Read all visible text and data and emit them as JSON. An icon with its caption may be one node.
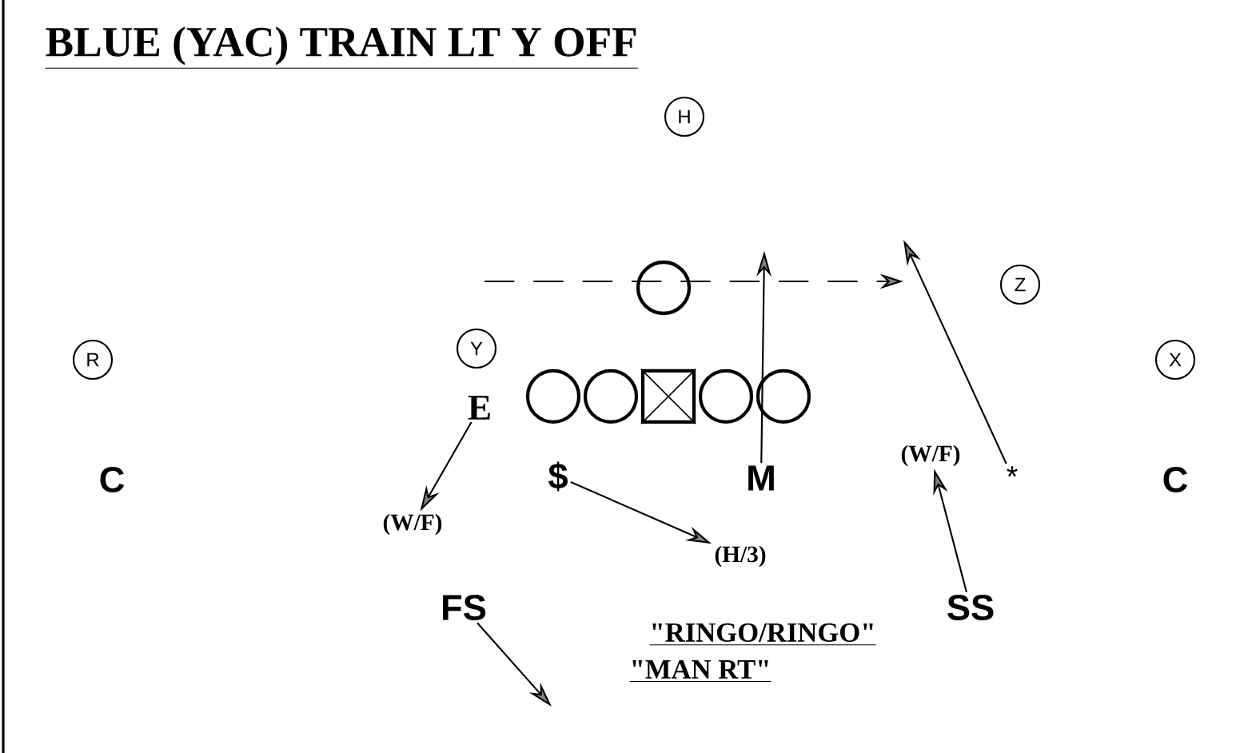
{
  "diagram": {
    "title": "BLUE (YAC) TRAIN LT Y OFF",
    "nodes": [
      {
        "text": [
          "H"
        ]
      },
      {
        "text": [],
        "shape": "circle"
      },
      {
        "text": [
          "Y"
        ]
      },
      {
        "text": [
          "Z"
        ]
      },
      {
        "text": [
          "R"
        ]
      },
      {
        "text": [],
        "shape": "circle"
      },
      {
        "text": [],
        "shape": "circle"
      },
      {
        "text": [],
        "shape": "box"
      },
      {
        "text": [],
        "shape": "circle"
      },
      {
        "text": [],
        "shape": "circle"
      },
      {
        "text": [
          "X"
        ]
      },
      {
        "text": [
          "E"
        ]
      },
      {
        "text": [
          "M"
        ]
      },
      {
        "text": [
          "(W/F)"
        ]
      },
      {
        "text": [
          "*"
        ]
      },
      {
        "text": [
          "$"
        ]
      },
      {
        "text": [
          "(W/F)"
        ]
      },
      {
        "text": [
          "(H/3)"
        ]
      },
      {
        "text": [
          "FS"
        ]
      },
      {
        "text": [
          "SS"
        ]
      }
    ],
    "edges": [
      {
        "from": 12,
        "to": null,
        "arrow": "to"
      },
      {
        "from": 14,
        "to": null,
        "arrow": "to"
      },
      {
        "from": 11,
        "to": 16,
        "arrow": "to"
      },
      {
        "from": 15,
        "to": 17,
        "arrow": "to"
      },
      {
        "from": 19,
        "to": 13,
        "arrow": "to"
      },
      {
        "from": 18,
        "to": null,
        "arrow": "to"
      }
    ],
    "labels": [
      "C",
      "C",
      "\"RINGO/RINGO\"",
      "\"MAN RT\""
    ]
  }
}
